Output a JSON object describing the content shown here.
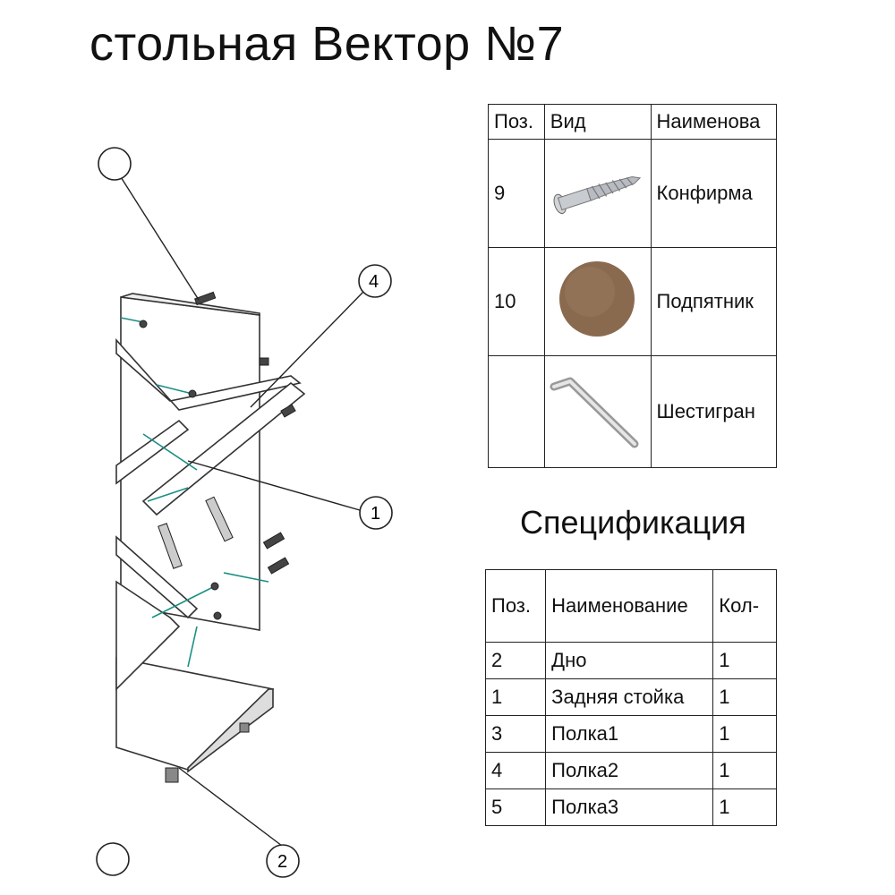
{
  "title": "стольная Вектор №7",
  "callouts": [
    "4",
    "1",
    "2"
  ],
  "hardware_table": {
    "headers": [
      "Поз.",
      "Вид",
      "Наименова"
    ],
    "rows": [
      {
        "pos": "9",
        "icon": "confirmat-screw-icon",
        "name": "Конфирма"
      },
      {
        "pos": "10",
        "icon": "felt-pad-icon",
        "name": "Подпятник"
      },
      {
        "pos": "",
        "icon": "hex-key-icon",
        "name": "Шестигран"
      }
    ]
  },
  "spec_title": "Спецификация",
  "spec_table": {
    "headers": [
      "Поз.",
      "Наименование",
      "Кол-"
    ],
    "rows": [
      {
        "pos": "2",
        "name": "Дно",
        "qty": "1"
      },
      {
        "pos": "1",
        "name": "Задняя стойка",
        "qty": "1"
      },
      {
        "pos": "3",
        "name": "Полка1",
        "qty": "1"
      },
      {
        "pos": "4",
        "name": "Полка2",
        "qty": "1"
      },
      {
        "pos": "5",
        "name": "Полка3",
        "qty": "1"
      }
    ]
  },
  "colors": {
    "leader_line": "#1a8f84",
    "felt": "#8a6a4f"
  }
}
